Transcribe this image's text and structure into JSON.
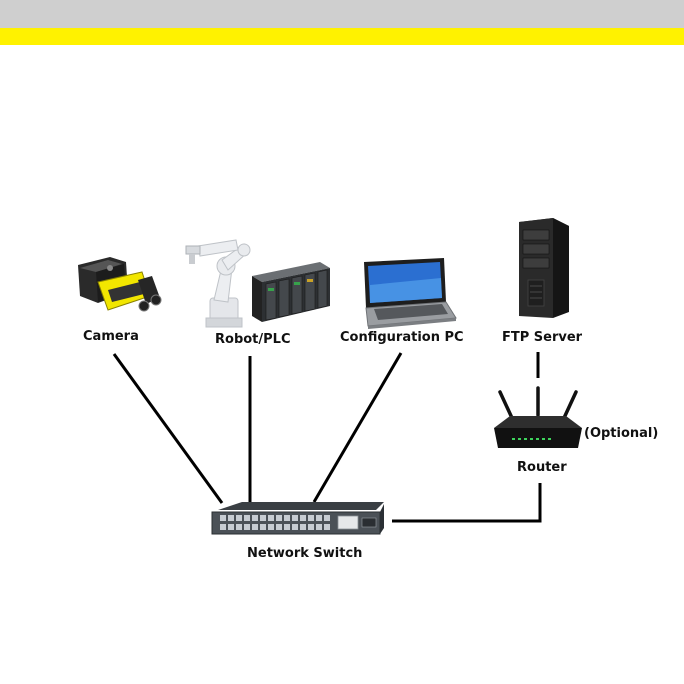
{
  "colors": {
    "header_bar": "#cfcfcf",
    "accent_bar": "#fff200",
    "connector": "#000000",
    "camera_accent": "#f2e600"
  },
  "nodes": {
    "camera": {
      "label": "Camera",
      "icon": "camera-icon"
    },
    "robot_plc": {
      "label": "Robot/PLC",
      "icon": "robot-arm-icon"
    },
    "config_pc": {
      "label": "Configuration PC",
      "icon": "laptop-icon"
    },
    "ftp_server": {
      "label": "FTP Server",
      "icon": "server-tower-icon"
    },
    "router": {
      "label": "Router",
      "note": "(Optional)",
      "icon": "router-icon"
    },
    "network_switch": {
      "label": "Network Switch",
      "icon": "network-switch-icon"
    }
  },
  "edges": [
    {
      "from": "camera",
      "to": "network_switch"
    },
    {
      "from": "robot_plc",
      "to": "network_switch"
    },
    {
      "from": "config_pc",
      "to": "network_switch"
    },
    {
      "from": "ftp_server",
      "to": "router"
    },
    {
      "from": "router",
      "to": "network_switch"
    }
  ]
}
